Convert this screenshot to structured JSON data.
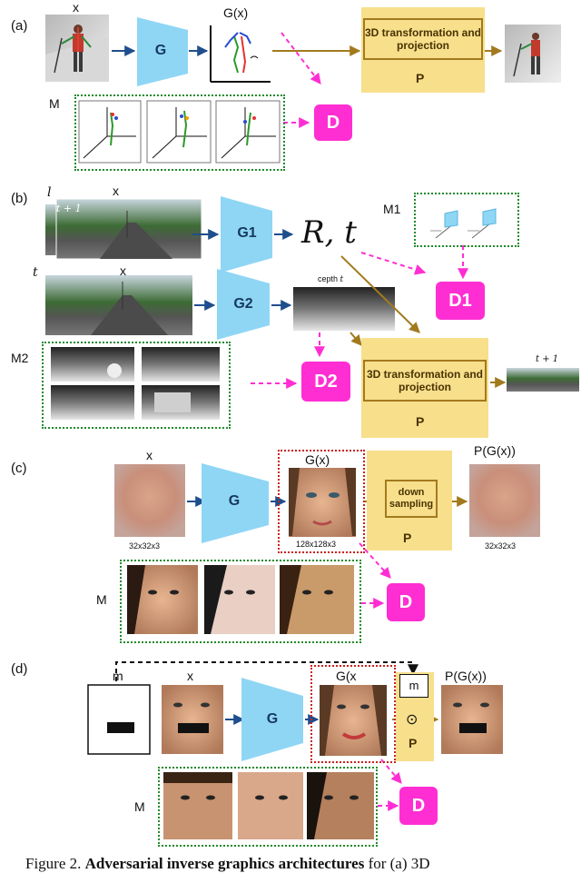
{
  "panel_a": {
    "label": "(a)",
    "x_label": "x",
    "gen": "G",
    "gx_label": "G(x)",
    "transform_text": "3D transformation and projection",
    "p": "P",
    "m_label": "M",
    "d": "D"
  },
  "panel_b": {
    "label": "(b)",
    "frame_l": "l",
    "frame_t1": "t + 1",
    "frame_t": "t",
    "x_top": "x",
    "x_bottom": "x",
    "g1": "G1",
    "g2": "G2",
    "rt": "R, t",
    "depth_label": "cepth",
    "depth_t": "t",
    "m1_label": "M1",
    "m2_label": "M2",
    "d1": "D1",
    "d2": "D2",
    "transform_text": "3D transformation and projection",
    "p": "P",
    "out_t1": "t + 1"
  },
  "panel_c": {
    "label": "(c)",
    "x_label": "x",
    "gen": "G",
    "gx_label": "G(x)",
    "pgx_label": "P(G(x))",
    "down_text": "down sampling",
    "p": "P",
    "size_in": "32x32x3",
    "size_mid": "128x128x3",
    "size_out": "32x32x3",
    "m_label": "M",
    "d": "D"
  },
  "panel_d": {
    "label": "(d)",
    "m_small": "m",
    "x_label": "x",
    "gen": "G",
    "gx_label": "G(x",
    "pgx_label": "P(G(x))",
    "m_box": "m",
    "odot": "⊙",
    "p": "P",
    "m_label": "M",
    "d": "D"
  },
  "caption": {
    "prefix": "Figure 2.",
    "bold": "Adversarial inverse graphics architectures",
    "suffix": "for (a) 3D"
  },
  "colors": {
    "generator": "#8fd6f5",
    "discriminator": "#ff2ed3",
    "projection": "#f7df8c",
    "projection_border": "#a27a1e",
    "arrow_blue": "#1f4e8c",
    "arrow_brown": "#a27a1e",
    "arrow_magenta": "#ff2ed3",
    "dotted_green": "#1f8a2a",
    "dotted_red": "#c8201c"
  }
}
